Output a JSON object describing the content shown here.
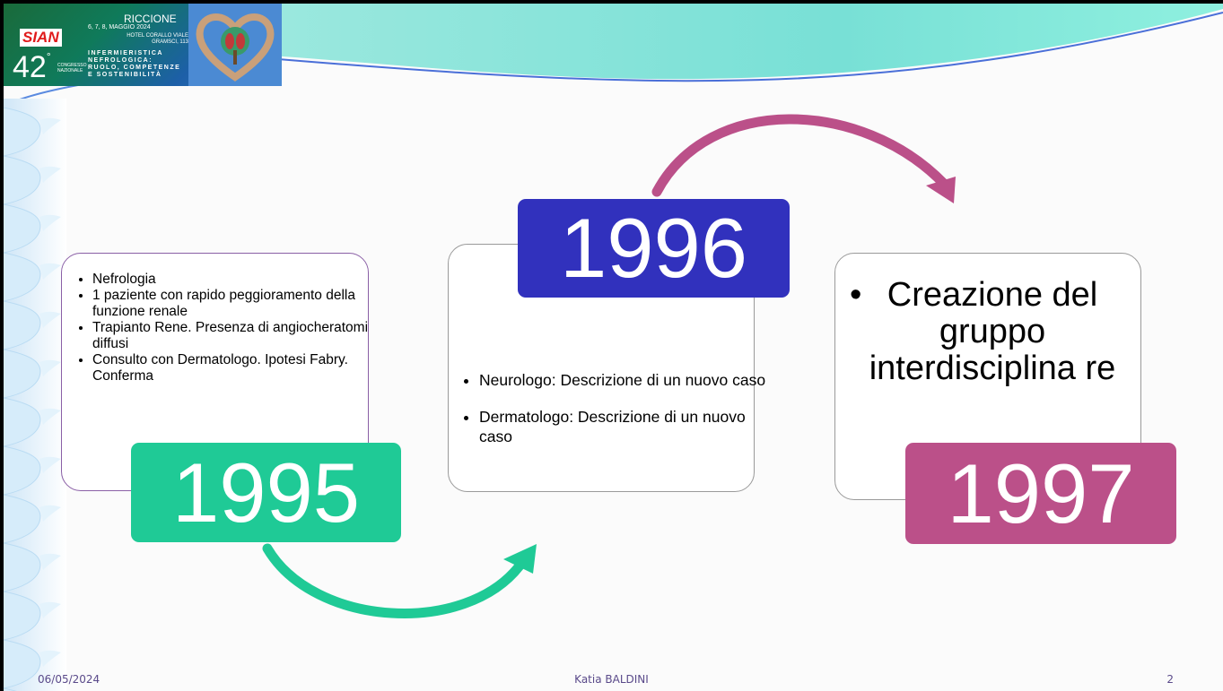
{
  "header": {
    "logo": {
      "society": "SIAN",
      "edition": "42",
      "edition_sup": "°",
      "edition_label": "CONGRESSO NAZIONALE",
      "city": "RICCIONE",
      "dates": "6, 7, 8, MAGGIO 2024",
      "venue": "HOTEL CORALLO VIALE GRAMSCI, 113",
      "theme": "INFERMIERISTICA NEFROLOGICA: RUOLO, COMPETENZE E SOSTENIBILITÀ"
    }
  },
  "timeline": {
    "y1995": {
      "year": "1995",
      "items": [
        "Nefrologia",
        "1 paziente con rapido peggioramento della funzione renale",
        "Trapianto Rene. Presenza di angiocheratomi diffusi",
        "Consulto con Dermatologo. Ipotesi Fabry. Conferma"
      ]
    },
    "y1996": {
      "year": "1996",
      "items": [
        "Neurologo: Descrizione di un nuovo caso",
        "Dermatologo: Descrizione di un nuovo caso"
      ]
    },
    "y1997": {
      "year": "1997",
      "item": "Creazione del gruppo interdisciplinare",
      "item_display": "Creazione del gruppo interdisciplina re"
    }
  },
  "footer": {
    "date": "06/05/2024",
    "author": "Katia BALDINI",
    "page": "2"
  },
  "colors": {
    "green": "#1fca96",
    "blue": "#3131bd",
    "magenta": "#bb5089",
    "purple_border": "#8a5fa6",
    "footer_text": "#5a4a8a"
  }
}
